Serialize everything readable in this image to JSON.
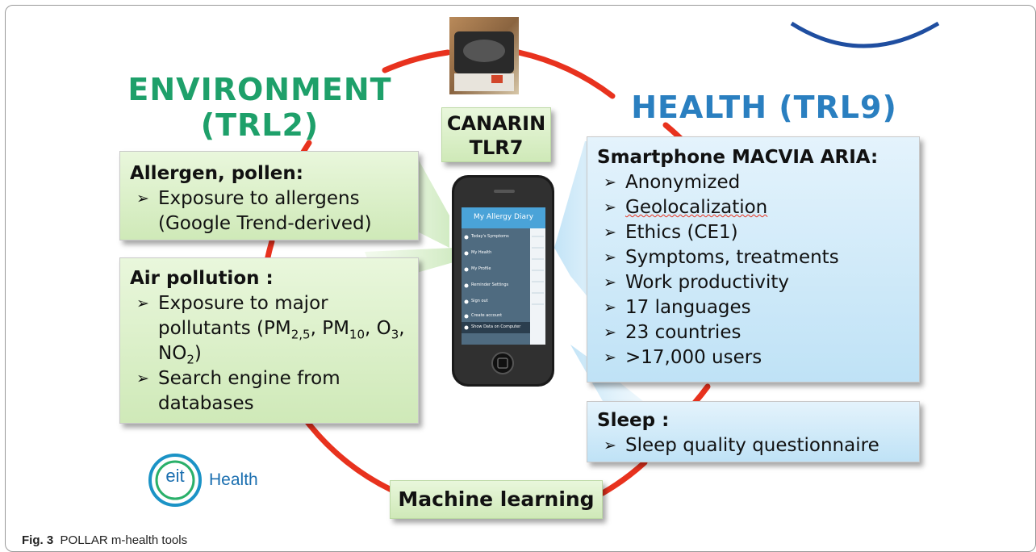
{
  "environment_heading": [
    "ENVIRONMENT",
    "(TRL2)"
  ],
  "health_heading": "HEALTH (TRL9)",
  "canarin_label": [
    "CANARIN",
    "TLR7"
  ],
  "allergen_box": {
    "title": "Allergen, pollen:",
    "items": [
      "Exposure to allergens (Google Trend-derived)"
    ]
  },
  "air_box": {
    "title": "Air pollution :",
    "item1_parts": {
      "a": "Exposure to major pollutants (PM",
      "s1": "2,5",
      "b": ", PM",
      "s2": "10",
      "c": ", O",
      "s3": "3",
      "d": ", NO",
      "s4": "2",
      "e": ")"
    },
    "item2": "Search engine from databases"
  },
  "smartphone_box": {
    "title": "Smartphone MACVIA ARIA:",
    "items": [
      "Anonymized",
      "Geolocalization",
      "Ethics (CE1)",
      "Symptoms, treatments",
      "Work productivity",
      "17 languages",
      "23 countries",
      ">17,000 users"
    ]
  },
  "sleep_box": {
    "title": "Sleep :",
    "items": [
      "Sleep quality questionnaire"
    ]
  },
  "machine_learning": "Machine learning",
  "phone_app": {
    "header": "My Allergy Diary",
    "menu": [
      "Today's Symptoms",
      "My Health",
      "My Profile",
      "Reminder Settings",
      "Sign out",
      "Create account",
      "Show Data on Computer"
    ]
  },
  "logo": {
    "mark": "eit",
    "word": "Health"
  },
  "caption": {
    "label": "Fig. 3",
    "text": "POLLAR m-health tools"
  },
  "colors": {
    "cycle": "#e8321e",
    "environment": "#1ea06a",
    "health": "#2a7fc0",
    "green_box": "#d8efc4",
    "blue_box": "#cfe9f8"
  }
}
